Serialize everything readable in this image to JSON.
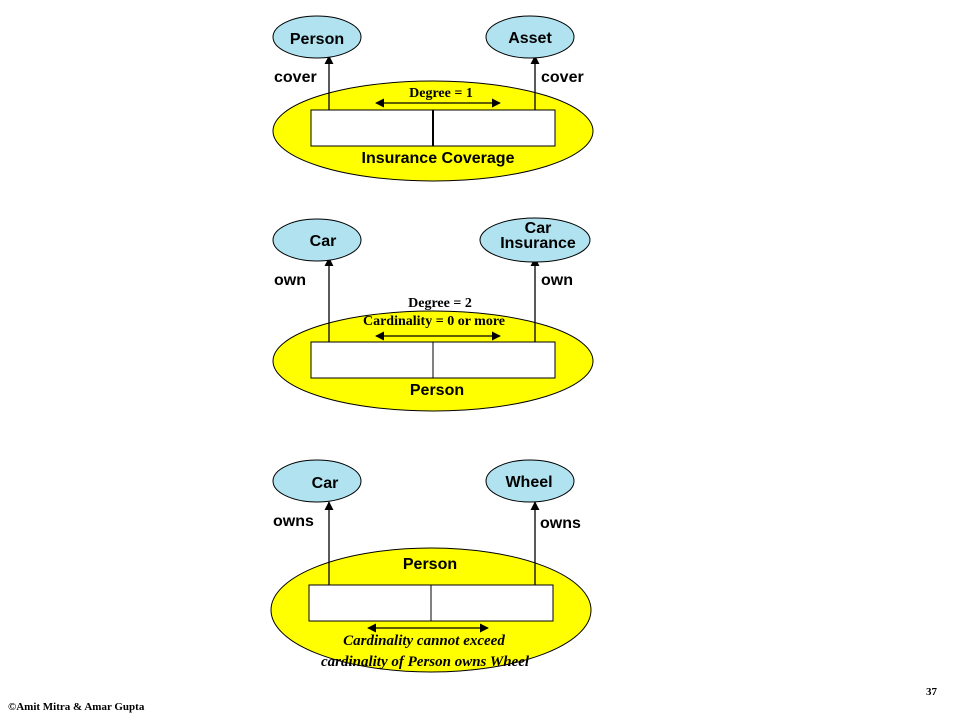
{
  "colors": {
    "entity_fill": "#b0e2f0",
    "relationship_fill": "#ffff00",
    "stroke": "#000000",
    "box_fill": "#ffffff"
  },
  "diagrams": [
    {
      "left_entity": "Person",
      "right_entity": "Asset",
      "left_role": "cover",
      "right_role": "cover",
      "relationship": "Insurance Coverage",
      "note_lines": [
        "Degree = 1"
      ]
    },
    {
      "left_entity": "Car",
      "right_entity_lines": [
        "Car",
        "Insurance"
      ],
      "left_role": "own",
      "right_role": "own",
      "relationship": "Person",
      "note_lines": [
        "Degree = 2",
        "Cardinality = 0 or more"
      ]
    },
    {
      "left_entity": "Car",
      "right_entity": "Wheel",
      "left_role": "owns",
      "right_role": "owns",
      "relationship": "Person",
      "note_line1": "Cardinality cannot exceed",
      "note_line2_prefix": "cardinality of ",
      "note_line2_italic": "Person owns Wheel"
    }
  ],
  "footer": {
    "credit": "©Amit Mitra & Amar Gupta",
    "page_number": "37"
  }
}
